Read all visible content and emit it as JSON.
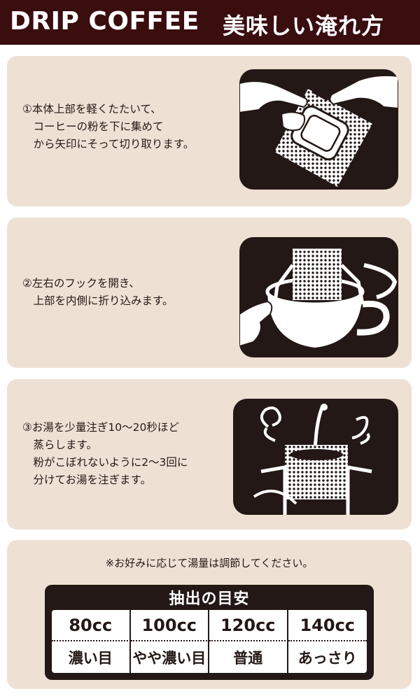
{
  "header": {
    "title_en": "DRIP COFFEE",
    "title_jp": "美味しい淹れ方"
  },
  "steps": [
    {
      "text": "①本体上部を軽くたたいて、\n　コーヒーの粉を下に集めて\n　から矢印にそって切り取ります。",
      "icon": "tear-pouch-icon"
    },
    {
      "text": "②左右のフックを開き、\n　上部を内側に折り込みます。",
      "icon": "hook-on-cup-icon"
    },
    {
      "text": "③お湯を少量注ぎ10〜20秒ほど\n　蒸らします。\n　粉がこぼれないように2〜3回に\n　分けてお湯を注ぎます。",
      "icon": "pour-water-icon"
    }
  ],
  "note": "※お好みに応じて湯量は調節してください。",
  "guide": {
    "title": "抽出の目安",
    "volumes": [
      "80cc",
      "100cc",
      "120cc",
      "140cc"
    ],
    "strengths": [
      "濃い目",
      "やや濃い目",
      "普通",
      "あっさり"
    ]
  },
  "colors": {
    "header_bg": "#3a0d0f",
    "card_bg": "#eee1d4",
    "ink": "#231815"
  }
}
